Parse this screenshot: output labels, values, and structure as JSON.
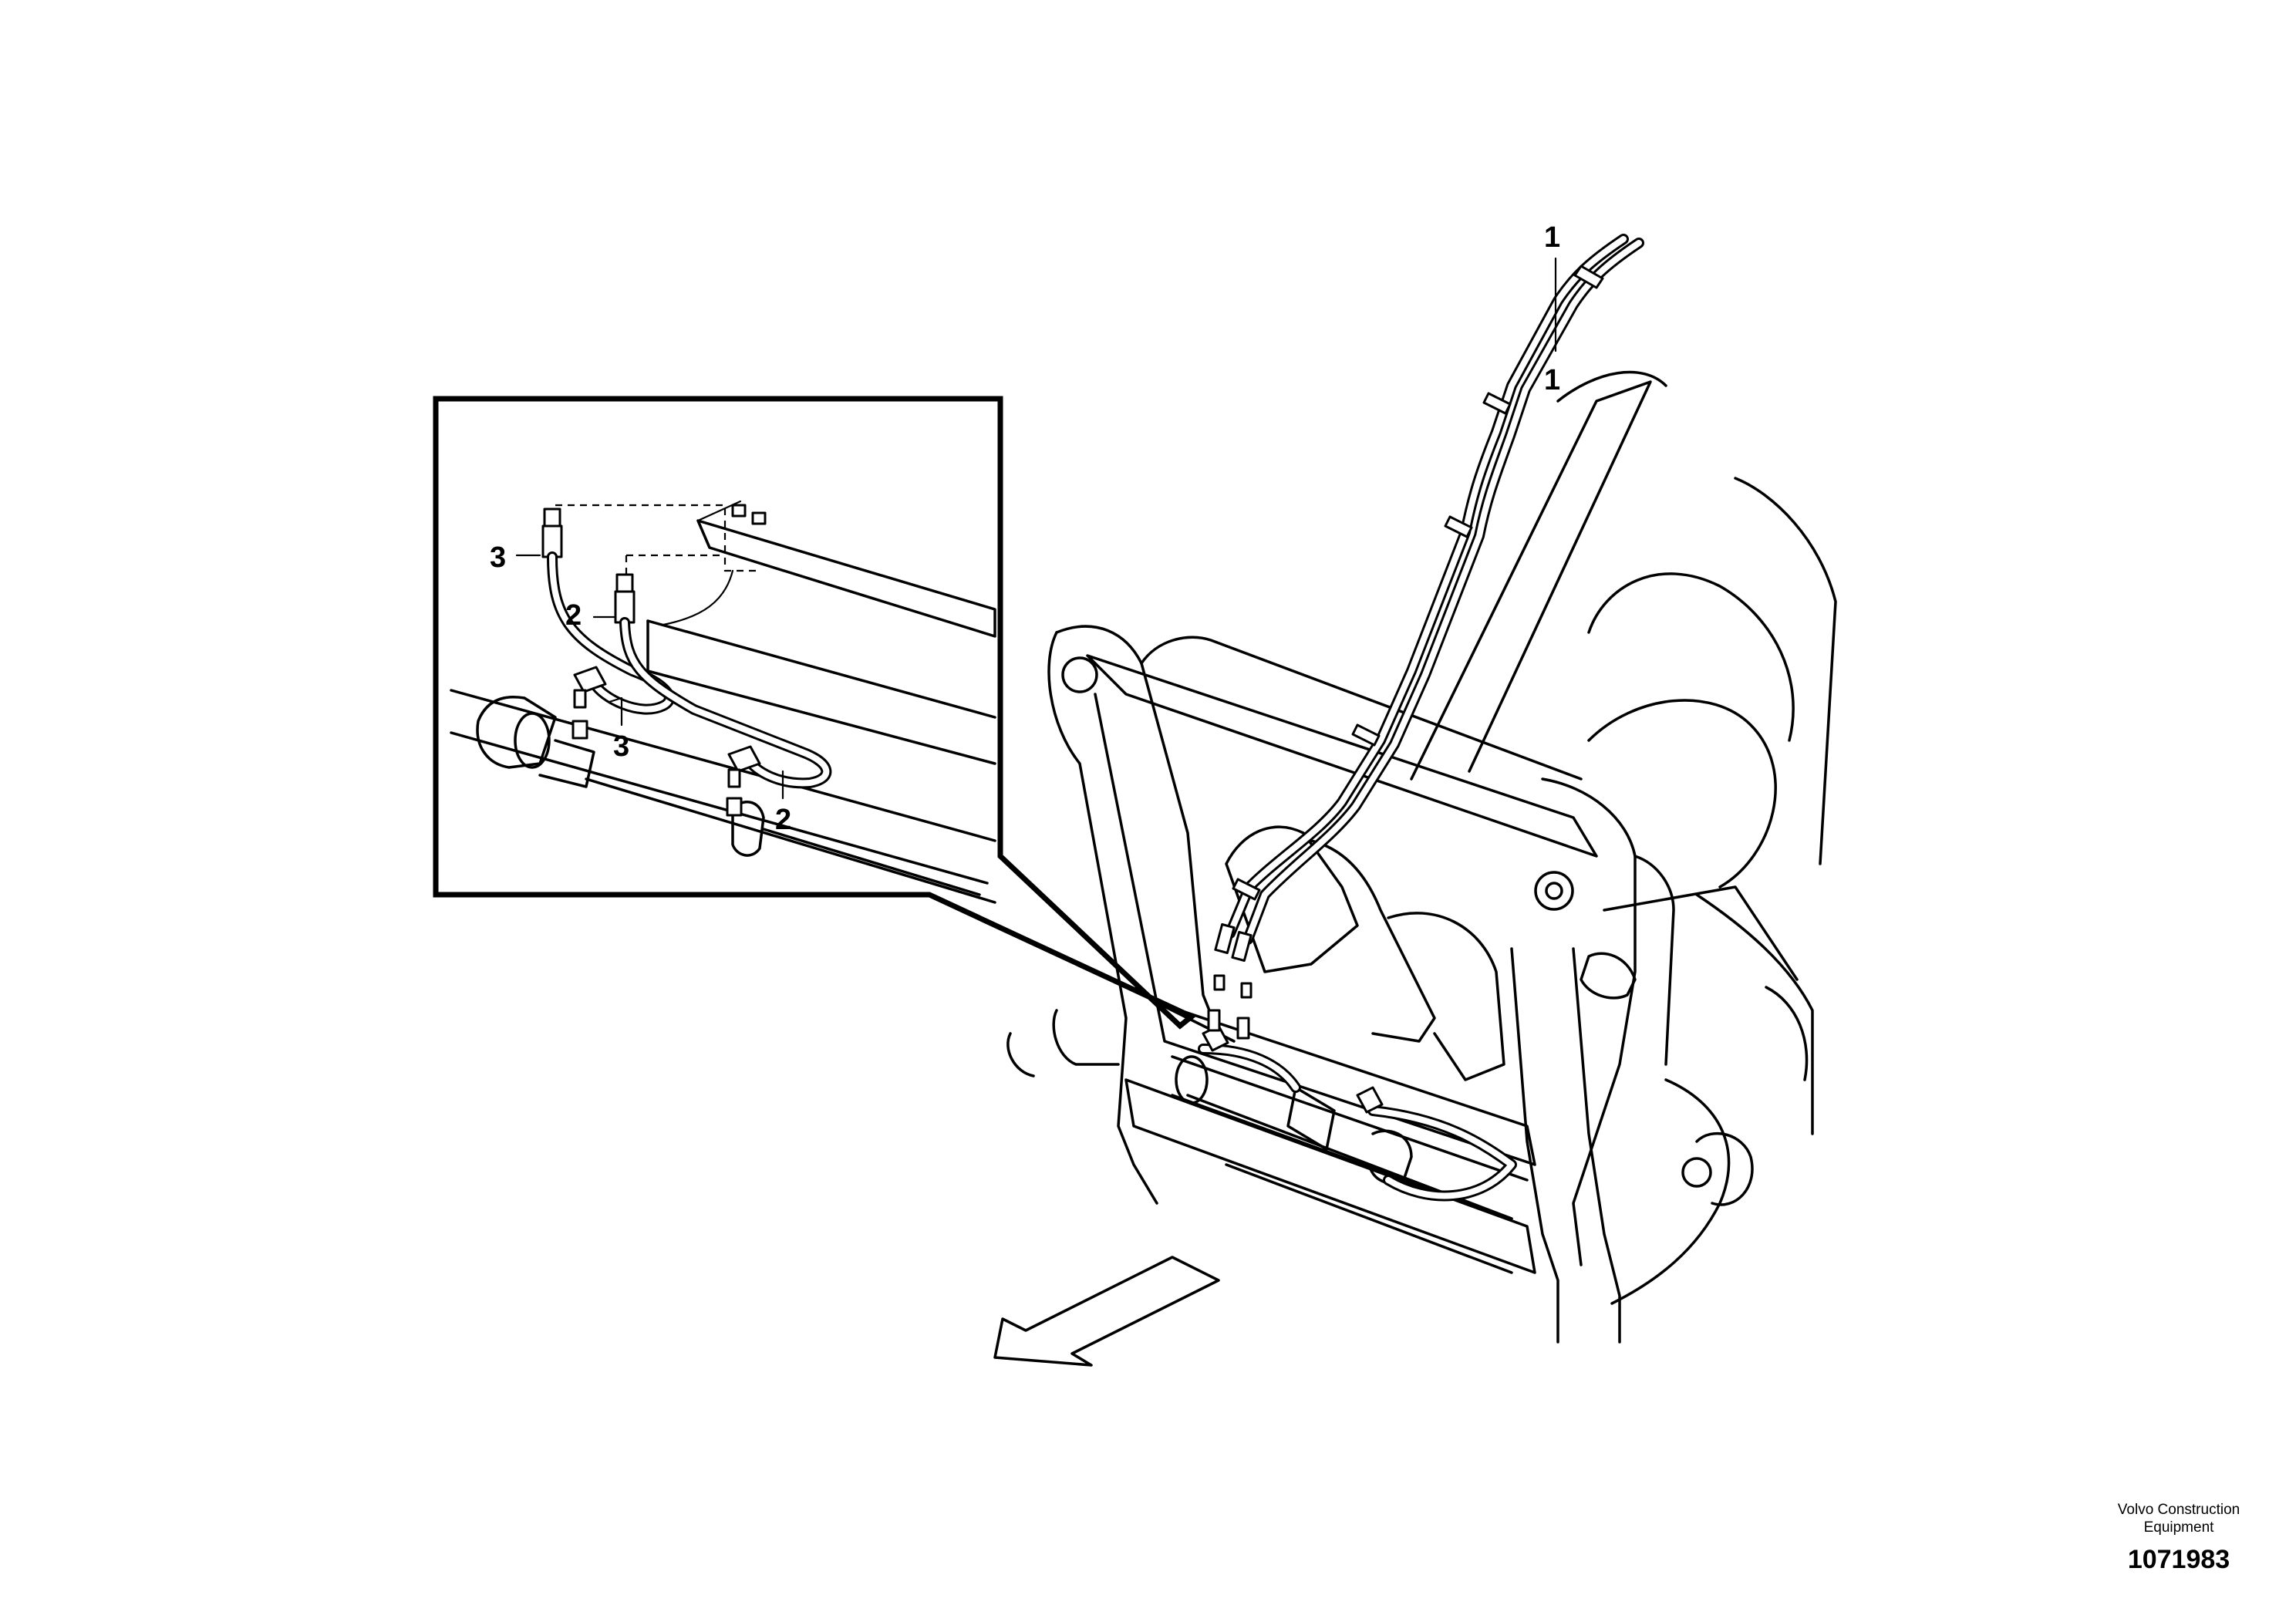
{
  "callouts": {
    "top_upper": "1",
    "top_lower": "1",
    "inset_3_left": "3",
    "inset_2_upper": "2",
    "inset_3_lower": "3",
    "inset_2_lower": "2"
  },
  "footer": {
    "maker_line1": "Volvo Construction",
    "maker_line2": "Equipment",
    "document_number": "1071983"
  }
}
